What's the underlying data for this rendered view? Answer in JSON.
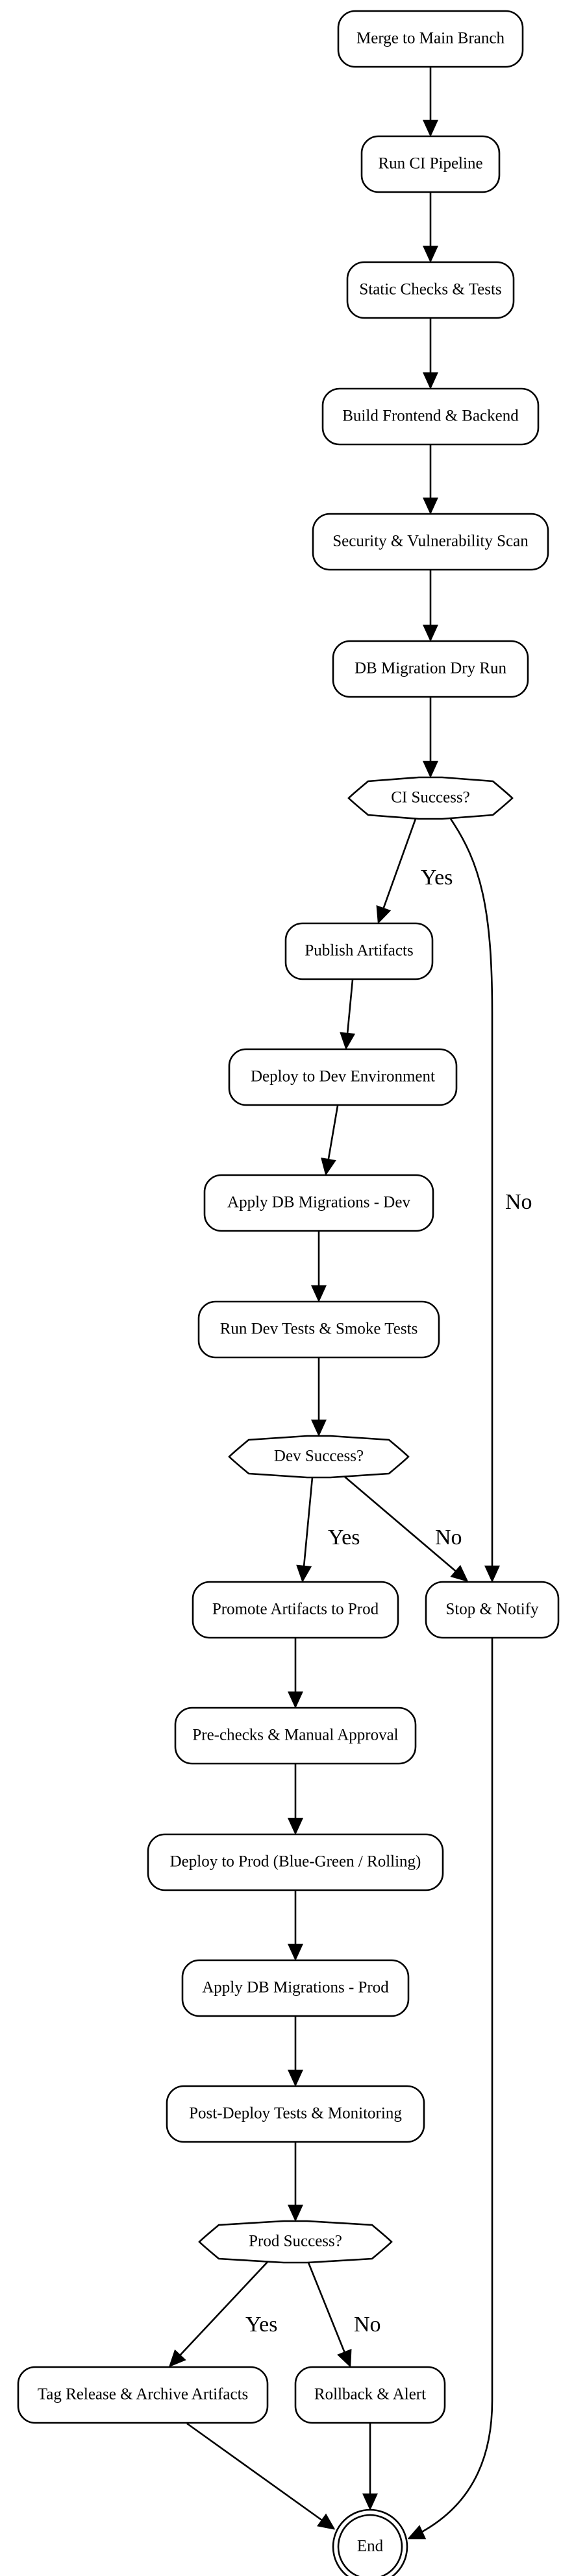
{
  "diagram": {
    "type": "flowchart",
    "nodes": [
      {
        "id": "merge",
        "label": "Merge to Main Branch",
        "shape": "rounded-rect"
      },
      {
        "id": "ci",
        "label": "Run CI Pipeline",
        "shape": "rounded-rect"
      },
      {
        "id": "static",
        "label": "Static Checks & Tests",
        "shape": "rounded-rect"
      },
      {
        "id": "build",
        "label": "Build Frontend & Backend",
        "shape": "rounded-rect"
      },
      {
        "id": "scan",
        "label": "Security & Vulnerability Scan",
        "shape": "rounded-rect"
      },
      {
        "id": "dryrun",
        "label": "DB Migration Dry Run",
        "shape": "rounded-rect"
      },
      {
        "id": "ci_ok",
        "label": "CI Success?",
        "shape": "decision"
      },
      {
        "id": "publish",
        "label": "Publish Artifacts",
        "shape": "rounded-rect"
      },
      {
        "id": "deploy_dev",
        "label": "Deploy to Dev Environment",
        "shape": "rounded-rect"
      },
      {
        "id": "mig_dev",
        "label": "Apply DB Migrations - Dev",
        "shape": "rounded-rect"
      },
      {
        "id": "test_dev",
        "label": "Run Dev Tests & Smoke Tests",
        "shape": "rounded-rect"
      },
      {
        "id": "dev_ok",
        "label": "Dev Success?",
        "shape": "decision"
      },
      {
        "id": "promote",
        "label": "Promote Artifacts to Prod",
        "shape": "rounded-rect"
      },
      {
        "id": "stop",
        "label": "Stop & Notify",
        "shape": "rounded-rect"
      },
      {
        "id": "approval",
        "label": "Pre-checks & Manual Approval",
        "shape": "rounded-rect"
      },
      {
        "id": "deploy_prod",
        "label": "Deploy to Prod (Blue-Green / Rolling)",
        "shape": "rounded-rect"
      },
      {
        "id": "mig_prod",
        "label": "Apply DB Migrations - Prod",
        "shape": "rounded-rect"
      },
      {
        "id": "post",
        "label": "Post-Deploy Tests & Monitoring",
        "shape": "rounded-rect"
      },
      {
        "id": "prod_ok",
        "label": "Prod Success?",
        "shape": "decision"
      },
      {
        "id": "tag",
        "label": "Tag Release & Archive Artifacts",
        "shape": "rounded-rect"
      },
      {
        "id": "rollback",
        "label": "Rollback & Alert",
        "shape": "rounded-rect"
      },
      {
        "id": "end",
        "label": "End",
        "shape": "double-circle"
      }
    ],
    "edges": [
      {
        "from": "merge",
        "to": "ci",
        "label": ""
      },
      {
        "from": "ci",
        "to": "static",
        "label": ""
      },
      {
        "from": "static",
        "to": "build",
        "label": ""
      },
      {
        "from": "build",
        "to": "scan",
        "label": ""
      },
      {
        "from": "scan",
        "to": "dryrun",
        "label": ""
      },
      {
        "from": "dryrun",
        "to": "ci_ok",
        "label": ""
      },
      {
        "from": "ci_ok",
        "to": "publish",
        "label": "Yes"
      },
      {
        "from": "ci_ok",
        "to": "stop",
        "label": "No"
      },
      {
        "from": "publish",
        "to": "deploy_dev",
        "label": ""
      },
      {
        "from": "deploy_dev",
        "to": "mig_dev",
        "label": ""
      },
      {
        "from": "mig_dev",
        "to": "test_dev",
        "label": ""
      },
      {
        "from": "test_dev",
        "to": "dev_ok",
        "label": ""
      },
      {
        "from": "dev_ok",
        "to": "promote",
        "label": "Yes"
      },
      {
        "from": "dev_ok",
        "to": "stop",
        "label": "No"
      },
      {
        "from": "promote",
        "to": "approval",
        "label": ""
      },
      {
        "from": "approval",
        "to": "deploy_prod",
        "label": ""
      },
      {
        "from": "deploy_prod",
        "to": "mig_prod",
        "label": ""
      },
      {
        "from": "mig_prod",
        "to": "post",
        "label": ""
      },
      {
        "from": "post",
        "to": "prod_ok",
        "label": ""
      },
      {
        "from": "prod_ok",
        "to": "tag",
        "label": "Yes"
      },
      {
        "from": "prod_ok",
        "to": "rollback",
        "label": "No"
      },
      {
        "from": "tag",
        "to": "end",
        "label": ""
      },
      {
        "from": "rollback",
        "to": "end",
        "label": ""
      },
      {
        "from": "stop",
        "to": "end",
        "label": ""
      }
    ]
  }
}
